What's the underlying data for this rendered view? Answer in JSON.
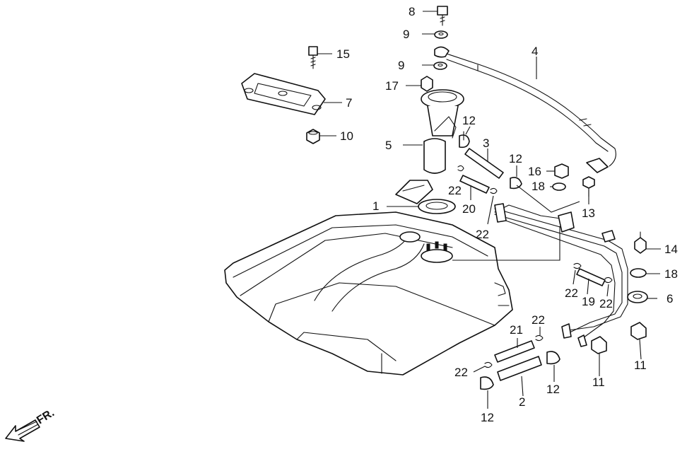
{
  "callouts": {
    "c1": "1",
    "c2": "2",
    "c3": "3",
    "c4": "4",
    "c5": "5",
    "c6": "6",
    "c7": "7",
    "c8": "8",
    "c9a": "9",
    "c9b": "9",
    "c10": "10",
    "c11a": "11",
    "c11b": "11",
    "c12a": "12",
    "c12b": "12",
    "c12c": "12",
    "c12d": "12",
    "c13": "13",
    "c14": "14",
    "c15": "15",
    "c16": "16",
    "c17": "17",
    "c18a": "18",
    "c18b": "18",
    "c19": "19",
    "c20": "20",
    "c21": "21",
    "c22a": "22",
    "c22b": "22",
    "c22c": "22",
    "c22d": "22",
    "c22e": "22",
    "c22f": "22"
  },
  "direction": {
    "label": "FR."
  },
  "icons": {
    "direction_arrow": "arrow-left-down-icon"
  },
  "colors": {
    "line": "#111111",
    "background": "#ffffff"
  }
}
